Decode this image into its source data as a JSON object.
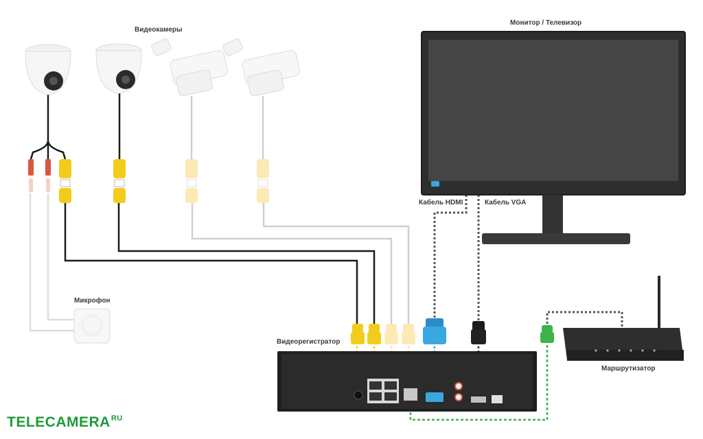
{
  "labels": {
    "cameras": "Видеокамеры",
    "monitor": "Монитор / Телевизор",
    "hdmi_cable": "Кабель HDMI",
    "vga_cable": "Кабель VGA",
    "microphone": "Микрофон",
    "recorder": "Видеорегистратор",
    "router": "Маршрутизатор"
  },
  "logo": {
    "main": "TELECAMERA",
    "suffix": "RU"
  },
  "colors": {
    "black_cable": "#1a1a1a",
    "grey_cable": "#cfcfcf",
    "yellow": "#f2cc1c",
    "pale_yellow": "#fbeab5",
    "blue": "#3aa8e0",
    "green": "#3db34a",
    "red": "#d9573f"
  }
}
